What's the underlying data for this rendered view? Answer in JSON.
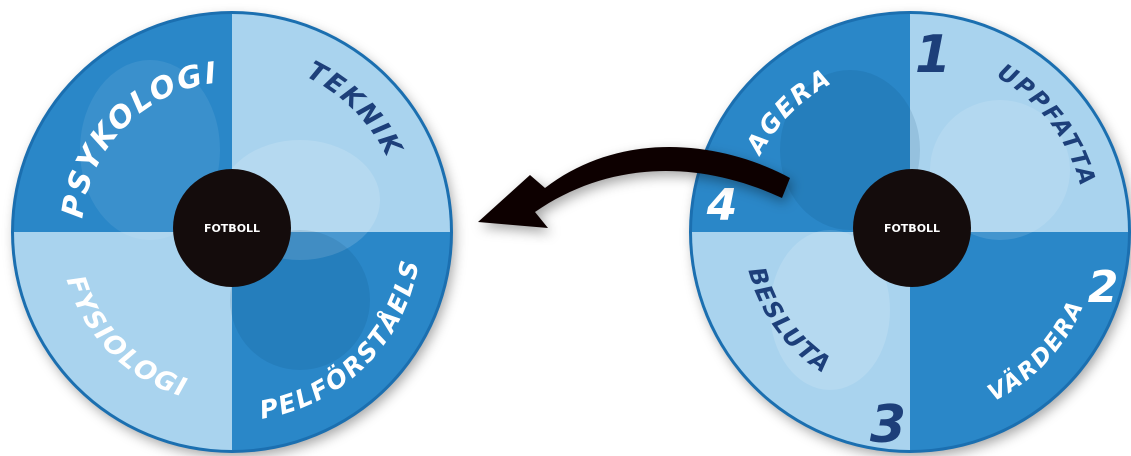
{
  "colors": {
    "dark_blue": "#2a87c8",
    "light_blue": "#a9d3ee",
    "navy_text": "#1d3f7a",
    "center": "#140c0c",
    "arrow": "#0d0606"
  },
  "left_wheel": {
    "center_label": "FOTBOLL",
    "segments": {
      "top_left": "PSYKOLOGI",
      "top_right": "TEKNIK",
      "bottom_left": "FYSIOLOGI",
      "bottom_right": "SPELFÖRSTÅELSE"
    }
  },
  "right_wheel": {
    "center_label": "FOTBOLL",
    "segments": {
      "top_left": "AGERA",
      "top_right": "UPPFATTA",
      "bottom_left": "BESLUTA",
      "bottom_right": "VÄRDERA"
    },
    "numbers": {
      "top_right": "1",
      "bottom_right": "2",
      "bottom_left": "3",
      "top_left": "4"
    }
  },
  "arrow": {
    "direction": "right-to-left",
    "icon": "curved-arrow-icon"
  }
}
